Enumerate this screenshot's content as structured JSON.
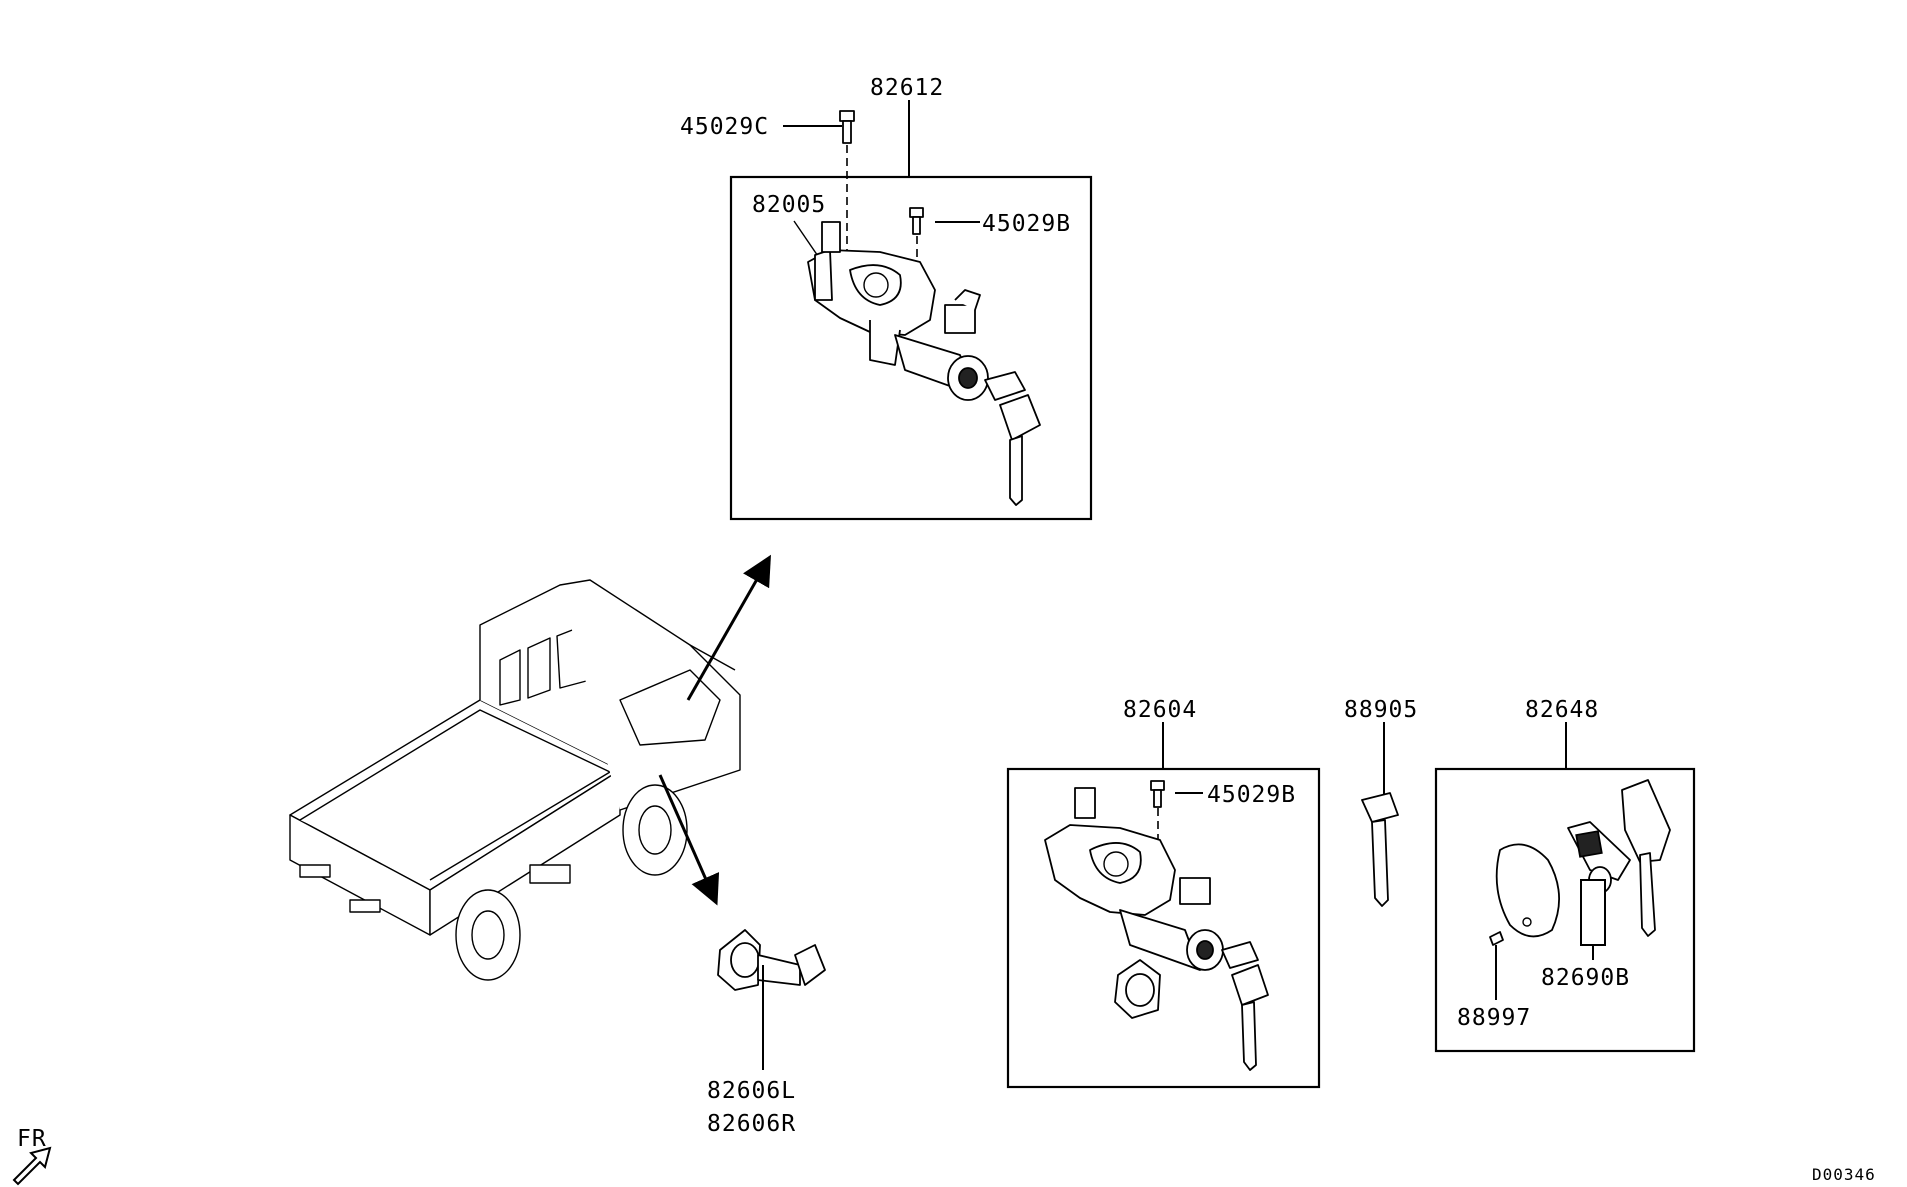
{
  "labels": {
    "p82612": "82612",
    "p45029c": "45029C",
    "p82005": "82005",
    "p45029b_top": "45029B",
    "p82604": "82604",
    "p45029b_mid": "45029B",
    "p88905": "88905",
    "p82648": "82648",
    "p82690b": "82690B",
    "p88997": "88997",
    "p82606l": "82606L",
    "p82606r": "82606R",
    "fr": "FR",
    "diagram_code": "D00346"
  }
}
